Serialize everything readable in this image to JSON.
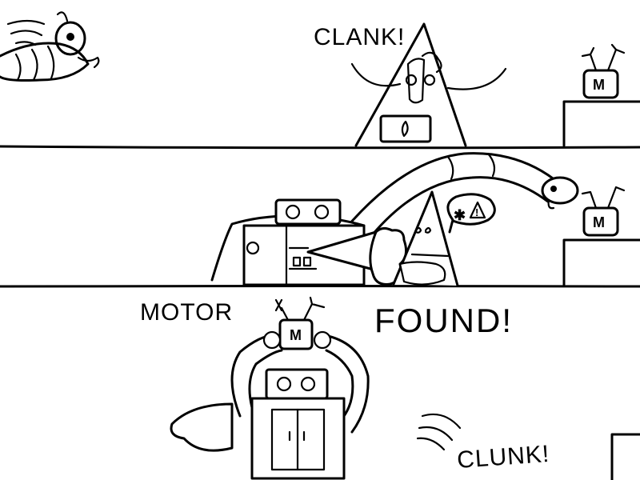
{
  "panels": {
    "top": {
      "sfx": "CLANK!",
      "box_letter": "M"
    },
    "middle": {
      "box_letter": "M",
      "speech_bubble": {
        "symbol1": "✱",
        "symbol2": "!"
      }
    },
    "bottom": {
      "caption_left": "MOTOR",
      "caption_right": "FOUND!",
      "sfx": "CLUNK!",
      "robot_letter": "M"
    }
  },
  "colors": {
    "ink": "#000000",
    "paper": "#ffffff"
  }
}
